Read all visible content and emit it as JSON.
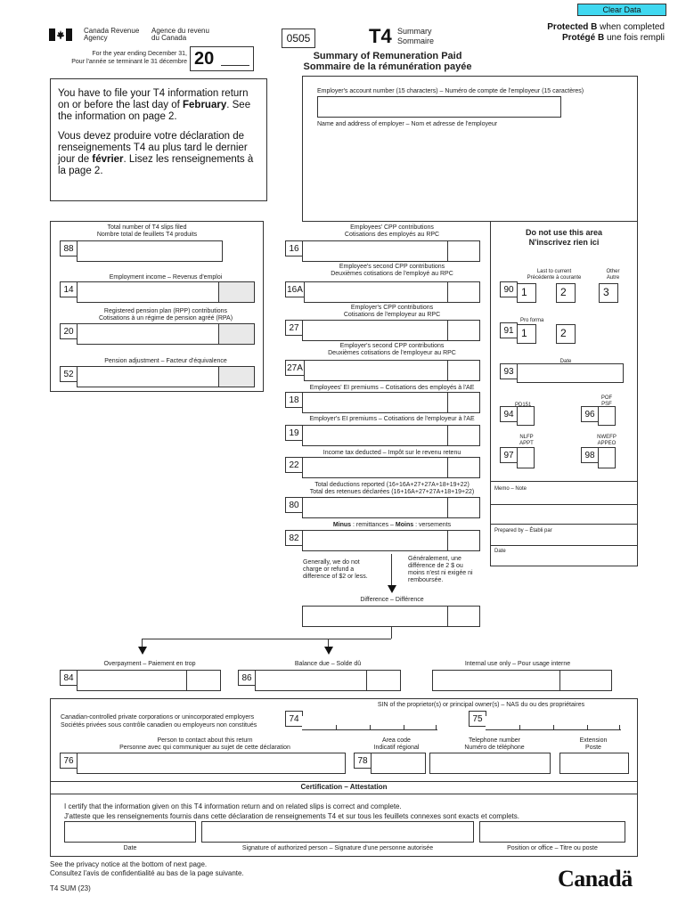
{
  "header": {
    "clear_button": "Clear Data",
    "agency_en": "Canada Revenue Agency",
    "agency_fr": "Agence du revenu du Canada",
    "form_code": "0505",
    "form_name": "T4",
    "form_kind_en": "Summary",
    "form_kind_fr": "Sommaire",
    "protected_en_bold": "Protected B",
    "protected_en_rest": " when completed",
    "protected_fr_bold": "Protégé B",
    "protected_fr_rest": " une fois rempli",
    "year_en": "For the year ending December 31,",
    "year_fr": "Pour l'année se terminant le 31 décembre",
    "year_prefix": "20",
    "title_en": "Summary of Remuneration Paid",
    "title_fr": "Sommaire de la rémunération payée"
  },
  "notice": {
    "en_1": "You have to file your T4 information return on or before the last day of ",
    "en_bold": "February",
    "en_2": ". See the information on page 2.",
    "fr_1": "Vous devez produire votre déclaration de renseignements T4 au plus tard le dernier jour de ",
    "fr_bold": "février",
    "fr_2": ". Lisez les renseignements à la page 2."
  },
  "employer": {
    "account_label": "Employer's account number (15 characters) – Numéro de compte de l'employeur (15 caractères)",
    "name_label": "Name and address of employer – Nom et adresse de l'employeur"
  },
  "left_fields": [
    {
      "code": "88",
      "label": "Total number of T4 slips filed\nNombre total de feuillets T4 produits"
    },
    {
      "code": "14",
      "label": "Employment income – Revenus d'emploi"
    },
    {
      "code": "20",
      "label": "Registered pension plan (RPP) contributions\nCotisations à un régime de pension agréé (RPA)"
    },
    {
      "code": "52",
      "label": "Pension adjustment – Facteur d'équivalence"
    }
  ],
  "mid_fields": [
    {
      "code": "16",
      "label": "Employees' CPP contributions\nCotisations des employés au RPC"
    },
    {
      "code": "16A",
      "label": "Employee's second CPP contributions\nDeuxièmes cotisations de l'employé au RPC"
    },
    {
      "code": "27",
      "label": "Employer's CPP contributions\nCotisations de l'employeur au RPC"
    },
    {
      "code": "27A",
      "label": "Employer's second CPP contributions\nDeuxièmes cotisations de l'employeur au RPC"
    },
    {
      "code": "18",
      "label": "Employees' EI premiums – Cotisations des employés à l'AE"
    },
    {
      "code": "19",
      "label": "Employer's EI premiums – Cotisations de l'employeur à l'AE"
    },
    {
      "code": "22",
      "label": "Income tax deducted – Impôt sur le revenu retenu"
    },
    {
      "code": "80",
      "label": "Total deductions reported (16+16A+27+27A+18+19+22)\nTotal des retenues déclarées (16+16A+27+27A+18+19+22)"
    },
    {
      "code": "82",
      "label_bold_1": "Minus",
      "label_1": " : remittances – ",
      "label_bold_2": "Moins",
      "label_2": " : versements"
    }
  ],
  "difference": {
    "note_en": "Generally, we do not charge or refund a difference of $2 or less.",
    "note_fr": "Généralement, une différence de 2 $ ou moins n'est ni exigée ni remboursée.",
    "label": "Difference – Différence"
  },
  "bottom_fields": {
    "overpayment": {
      "code": "84",
      "label": "Overpayment – Paiement en trop"
    },
    "balance_due": {
      "code": "86",
      "label": "Balance due – Solde dû"
    },
    "internal": {
      "label": "Internal use only – Pour usage interne"
    }
  },
  "do_not_use": {
    "title_en": "Do not use this area",
    "title_fr": "N'inscrivez rien ici",
    "last_current": "Last to current\nPrécédente à courante",
    "other": "Other\nAutre",
    "box90": "90",
    "box90_opts": [
      "1",
      "2",
      "3"
    ],
    "proforma": "Pro forma",
    "box91": "91",
    "box91_opts": [
      "1",
      "2"
    ],
    "date_label": "Date",
    "box93": "93",
    "pd151": "PD151",
    "pof": "POF\nPSF",
    "box94": "94",
    "box96": "96",
    "nlfp": "NLFP\nAPPT",
    "nwefp": "NWEFP\nAPPEO",
    "box97": "97",
    "box98": "98",
    "memo": "Memo – Note",
    "prepared_by": "Prepared by – Établi par",
    "date2": "Date"
  },
  "ccpc": {
    "sin_label": "SIN of the proprietor(s) or principal owner(s) – NAS du ou des propriétaires",
    "label_en": "Canadian-controlled private corporations or unincorporated employers",
    "label_fr": "Sociétés privées sous contrôle canadien ou employeurs non constitués",
    "box74": "74",
    "box75": "75"
  },
  "contact": {
    "person_label": "Person to contact about this return\nPersonne avec qui communiquer au sujet de cette déclaration",
    "area_label": "Area code\nIndicatif régional",
    "phone_label": "Telephone number\nNuméro de téléphone",
    "ext_label": "Extension\nPoste",
    "box76": "76",
    "box78": "78"
  },
  "certification": {
    "title": "Certification – Attestation",
    "text_en": "I certify that the information given on this T4 information return and on related slips is correct and complete.",
    "text_fr": "J'atteste que les renseignements fournis dans cette déclaration de renseignements T4 et sur tous les feuillets connexes sont exacts et complets.",
    "date_label": "Date",
    "signature_label": "Signature of authorized person – Signature d'une personne autorisée",
    "position_label": "Position or office – Titre ou poste"
  },
  "footer": {
    "privacy_en": "See the privacy notice at the bottom of next page.",
    "privacy_fr": "Consultez l'avis de confidentialité au bas de la page suivante.",
    "form_id": "T4 SUM (23)",
    "wordmark": "Canadä"
  }
}
